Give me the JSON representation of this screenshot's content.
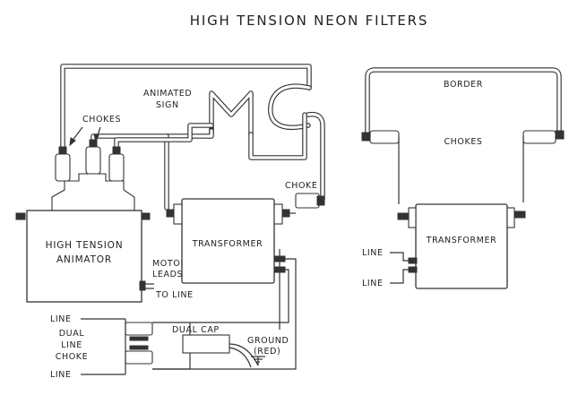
{
  "title": "HIGH TENSION NEON FILTERS",
  "labels": {
    "animated_sign_1": "ANIMATED",
    "animated_sign_2": "SIGN",
    "chokes_left": "CHOKES",
    "choke_right": "CHOKE",
    "animator_1": "HIGH TENSION",
    "animator_2": "ANIMATOR",
    "transformer_left": "TRANSFORMER",
    "motor_leads_1": "MOTOR",
    "motor_leads_2": "LEADS",
    "to_line": "TO LINE",
    "line_top": "LINE",
    "dual_line_choke_1": "DUAL",
    "dual_line_choke_2": "LINE",
    "dual_line_choke_3": "CHOKE",
    "line_bottom": "LINE",
    "dual_cap": "DUAL CAP",
    "ground_1": "GROUND",
    "ground_2": "(RED)",
    "border": "BORDER",
    "chokes_right": "CHOKES",
    "transformer_right": "TRANSFORMER",
    "line_right_top": "LINE",
    "line_right_bottom": "LINE"
  },
  "sign_letters": "MC"
}
